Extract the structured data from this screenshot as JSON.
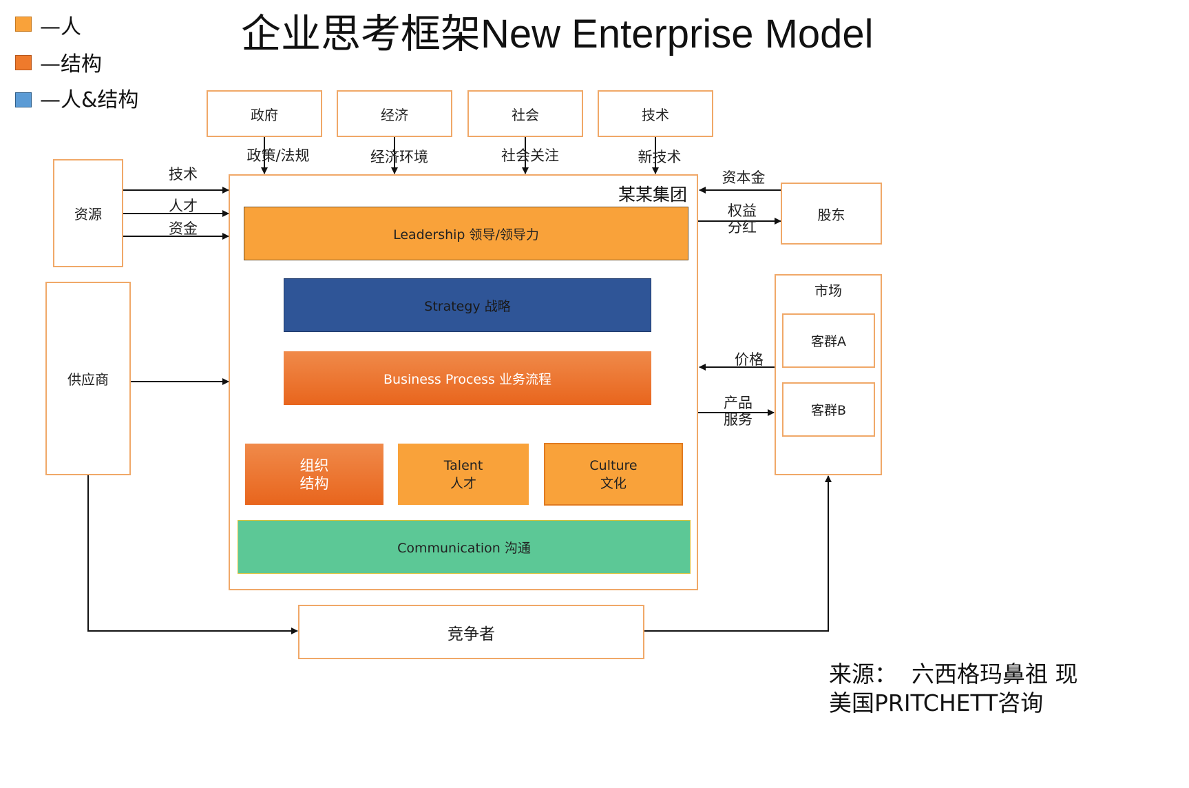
{
  "title": "企业思考框架New Enterprise Model",
  "legend": [
    {
      "label": "—人",
      "color": "#f9a23a"
    },
    {
      "label": "—结构",
      "color": "#ee7a2c"
    },
    {
      "label": "—人&结构",
      "color": "#5b9bd5"
    }
  ],
  "environment": {
    "boxes": [
      "政府",
      "经济",
      "社会",
      "技术"
    ],
    "influences": [
      "政策/法规",
      "经济环境",
      "社会关注",
      "新技术"
    ]
  },
  "resources": {
    "label": "资源",
    "flows": [
      "技术",
      "人才",
      "资金"
    ]
  },
  "supplier": {
    "label": "供应商"
  },
  "shareholders": {
    "label": "股东",
    "capital": "资本金",
    "returns": "权益\n分红"
  },
  "market": {
    "label": "市场",
    "groups": [
      "客群A",
      "客群B"
    ],
    "price": "价格",
    "products": "产品\n服务"
  },
  "company": {
    "label": "某某集团",
    "leadership": "Leadership 领导/领导力",
    "strategy": "Strategy 战略",
    "process": "Business Process 业务流程",
    "org": "组织\n结构",
    "talent": "Talent\n人才",
    "culture": "Culture\n文化",
    "communication": "Communication 沟通"
  },
  "competitor": {
    "label": "竞争者"
  },
  "source": {
    "line1": "来源：  六西格玛鼻祖 现",
    "line2": "美国PRITCHETT咨询"
  },
  "colors": {
    "box_border": "#f0a868",
    "leadership": "#f9a23a",
    "strategy": "#2f5597",
    "process": "#ea6b1f",
    "communication": "#5cc896"
  }
}
